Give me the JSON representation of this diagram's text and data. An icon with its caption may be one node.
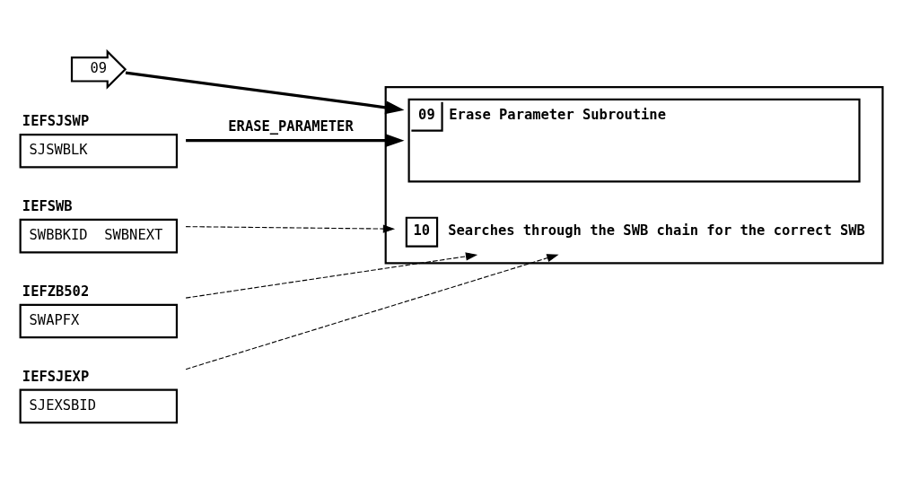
{
  "diagram": {
    "nodes": [
      {
        "text": [],
        "shape": "box"
      },
      {
        "text": [
          "09",
          "Erase Parameter Subroutine"
        ],
        "in": 0
      },
      {
        "text": [
          "10"
        ],
        "beside": [
          "Searches through the SWB chain for the correct SWB"
        ],
        "in": 0
      },
      {
        "text": [
          "09"
        ]
      },
      {
        "text": [
          "IEFSJSWP",
          "SJSWBLK"
        ]
      },
      {
        "text": [
          "IEFSWB",
          "SWBBKID",
          "SWBNEXT"
        ]
      },
      {
        "text": [
          "IEFZB502",
          "SWAPFX"
        ]
      },
      {
        "text": [
          "IEFSJEXP",
          "SJEXSBID"
        ]
      }
    ],
    "edges": [
      {
        "from": 3,
        "to": 1,
        "arrow": "to",
        "style": "thick"
      },
      {
        "from": 4,
        "to": 1,
        "arrow": "to",
        "label": "ERASE_PARAMETER",
        "style": "thick"
      },
      {
        "from": 5,
        "to": 2,
        "arrow": "to",
        "style": "dashed"
      },
      {
        "from": 6,
        "to": 2,
        "arrow": "to",
        "style": "dashed"
      },
      {
        "from": 7,
        "to": 2,
        "arrow": "to",
        "style": "dashed"
      }
    ]
  }
}
